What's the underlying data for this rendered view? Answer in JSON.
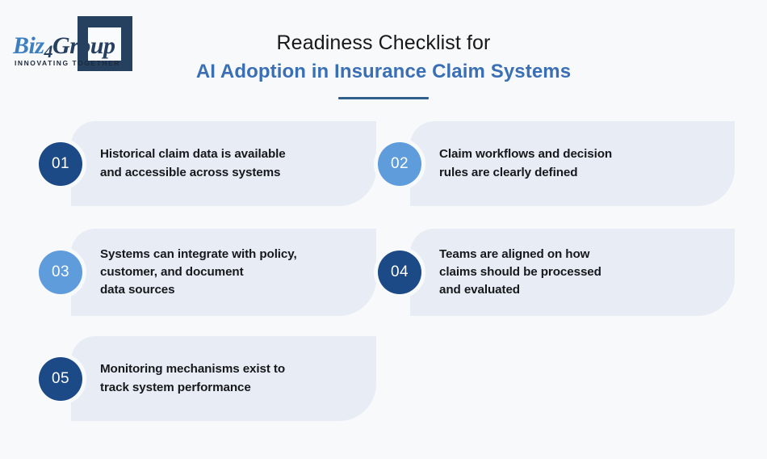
{
  "brand": {
    "name_part1": "Biz",
    "name_part2": "4",
    "name_part3": "Group",
    "tagline": "INNOVATING TOGETHER",
    "mark": "bracket-square-mark"
  },
  "header": {
    "title_line1": "Readiness Checklist for",
    "title_line2": "AI Adoption in Insurance Claim Systems",
    "accent_color": "#3a6fb5",
    "rule_color": "#2f5f8a"
  },
  "colors": {
    "page_background": "#f8f9fb",
    "card_background": "#e8edf5",
    "badge_dark": "#1c4a87",
    "badge_light": "#5f9cdb",
    "body_text": "#16181c"
  },
  "checklist": [
    {
      "number": "01",
      "text": "Historical claim data is available\nand accessible across systems",
      "badge_style": "dark",
      "column": "left"
    },
    {
      "number": "02",
      "text": "Claim workflows and decision\nrules are clearly defined",
      "badge_style": "light",
      "column": "right"
    },
    {
      "number": "03",
      "text": "Systems can integrate with policy,\ncustomer, and document\ndata sources",
      "badge_style": "light",
      "column": "left"
    },
    {
      "number": "04",
      "text": "Teams are aligned on how\nclaims should be processed\nand evaluated",
      "badge_style": "dark",
      "column": "right"
    },
    {
      "number": "05",
      "text": "Monitoring mechanisms exist to\ntrack system performance",
      "badge_style": "dark",
      "column": "left"
    }
  ]
}
